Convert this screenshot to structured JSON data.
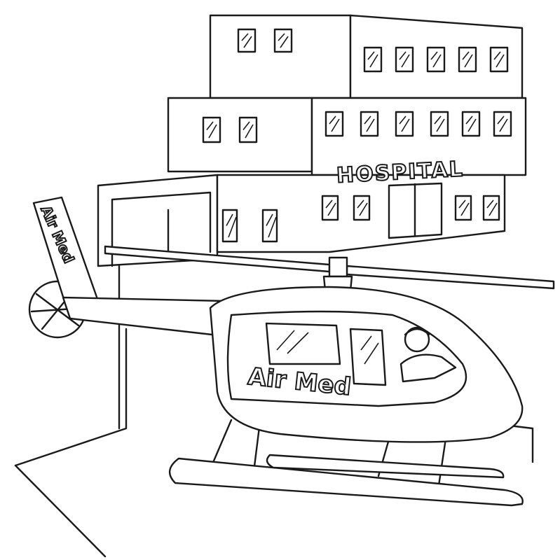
{
  "illustration": {
    "building_sign": "HOSPITAL",
    "tail_label": "Air Med",
    "body_label": "Air Med",
    "line_color": "#1a1a1a",
    "background": "#ffffff"
  }
}
